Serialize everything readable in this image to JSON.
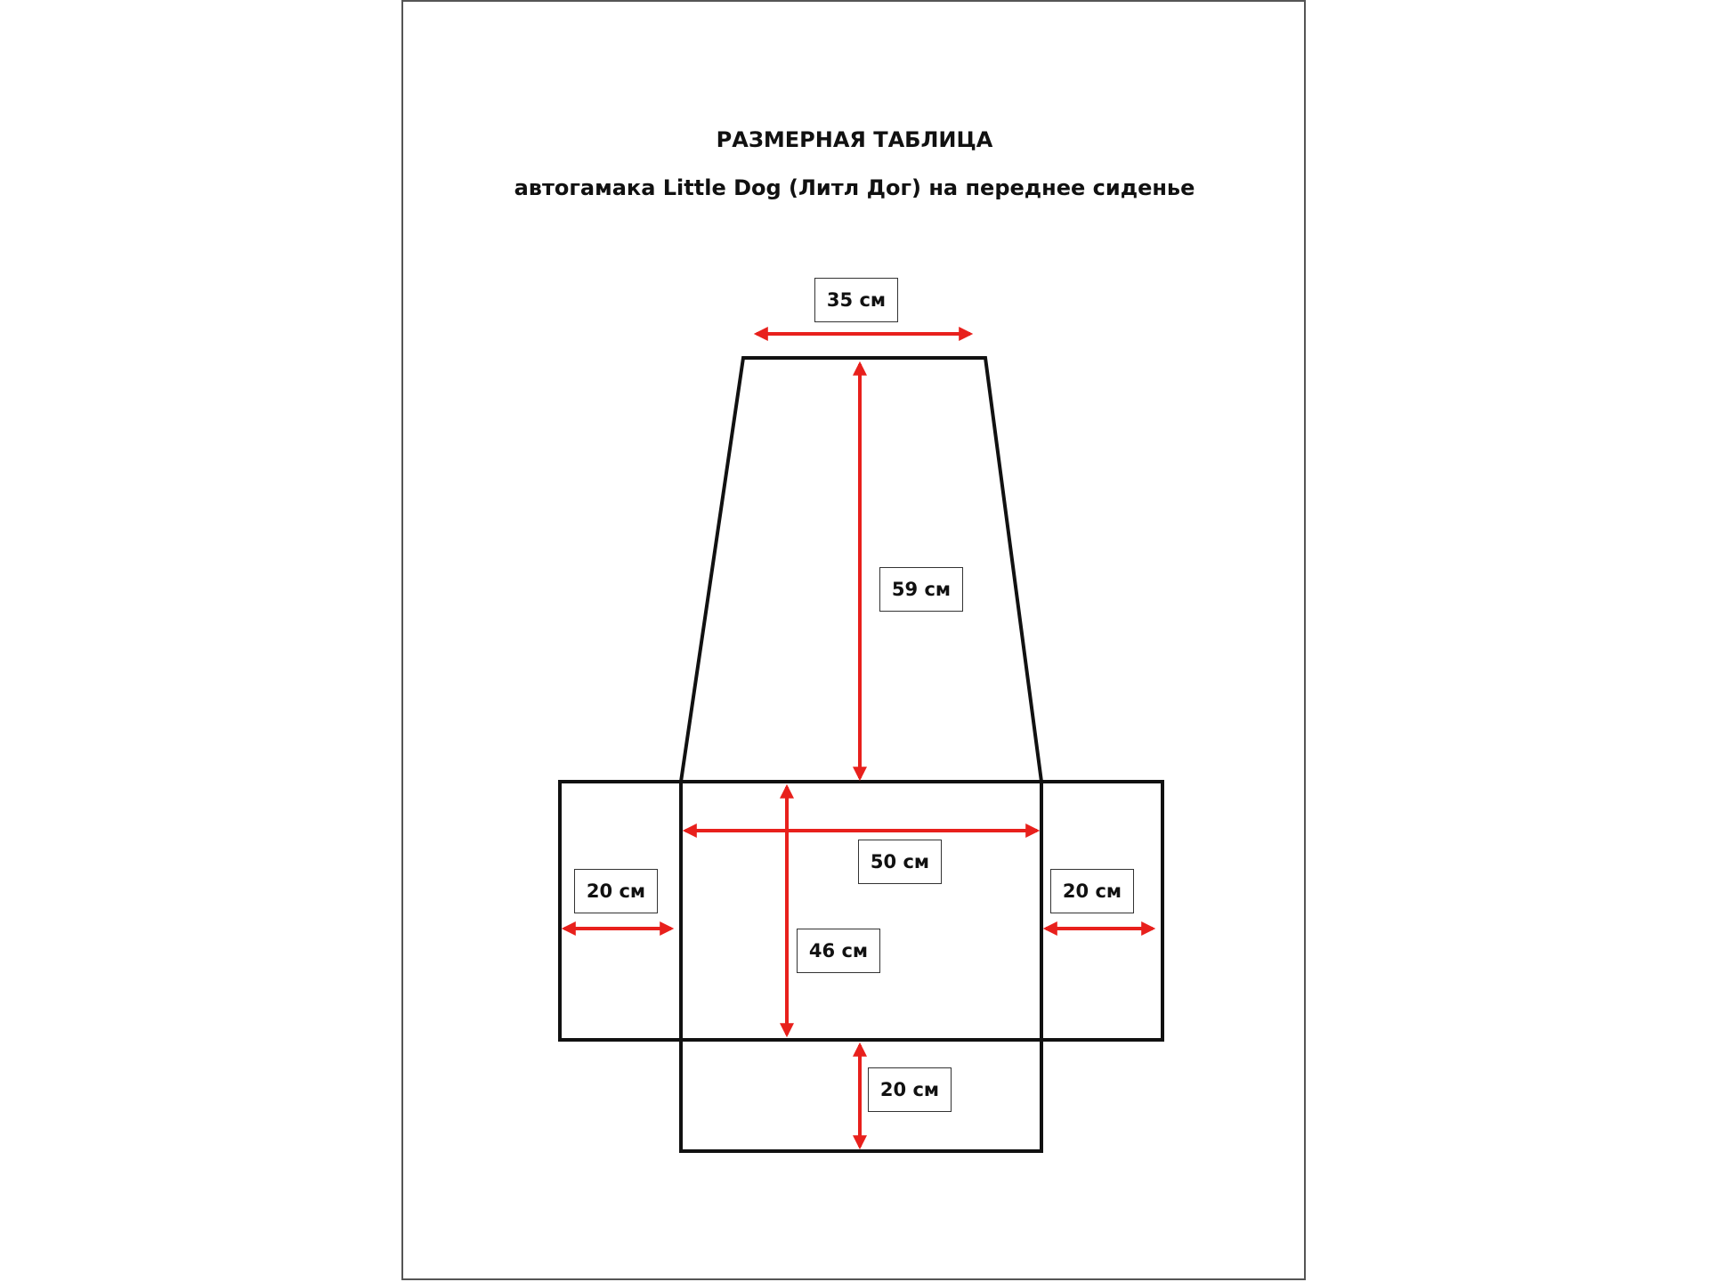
{
  "document": {
    "title": "РАЗМЕРНАЯ ТАБЛИЦА",
    "subtitle": "автогамака Little Dog (Литл Дог) на переднее сиденье"
  },
  "dimensions": {
    "backrest_top_width": "35 см",
    "backrest_height": "59 см",
    "seat_width": "50 см",
    "seat_depth": "46 см",
    "left_flap_width": "20 см",
    "right_flap_width": "20 см",
    "front_flap_depth": "20 см"
  },
  "colors": {
    "outline": "#111111",
    "arrow": "#e8201c",
    "label_border": "#333333"
  }
}
